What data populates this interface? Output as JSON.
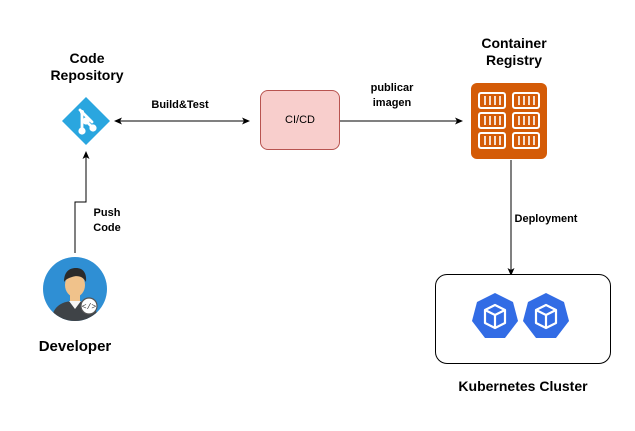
{
  "nodes": {
    "code_repository": {
      "label": "Code\nRepository",
      "icon": "git-icon",
      "color": "#2aa6df"
    },
    "developer": {
      "label": "Developer",
      "icon": "developer-avatar-icon"
    },
    "cicd": {
      "label": "CI/CD",
      "fill": "#f8cecc",
      "stroke": "#b85450"
    },
    "container_registry": {
      "label": "Container\nRegistry",
      "icon": "container-registry-icon",
      "color": "#d45b07"
    },
    "kubernetes_cluster": {
      "label": "Kubernetes Cluster",
      "icon": "kubernetes-icon",
      "color": "#326ce5"
    }
  },
  "edges": {
    "build_test": "Build&Test",
    "publicar_imagen": "publicar\nimagen",
    "push_code": "Push\nCode",
    "deployment": "Deployment"
  }
}
